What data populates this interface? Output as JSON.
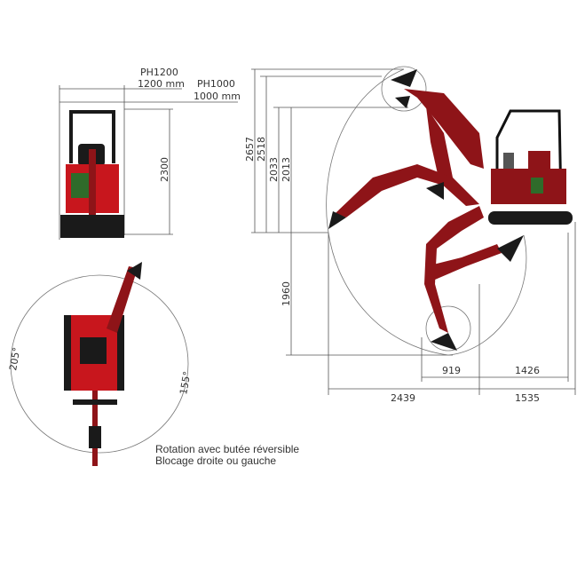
{
  "front_view": {
    "track_width_1": {
      "model": "PH1200",
      "value": "1200 mm"
    },
    "track_width_2": {
      "model": "PH1000",
      "value": "1000 mm"
    },
    "height": "2300"
  },
  "side_view": {
    "vertical_dims": [
      "2657",
      "2518",
      "2033",
      "2013"
    ],
    "dig_depth": "1960",
    "horizontal_dims": {
      "d919": "919",
      "d1426": "1426",
      "d2439": "2439",
      "d1535": "1535"
    }
  },
  "top_view": {
    "angle_left": "205°",
    "angle_right": "155°",
    "caption_line1": "Rotation avec butée réversible",
    "caption_line2": "Blocage droite ou gauche"
  },
  "colors": {
    "body": "#c8161d",
    "boom": "#8e1418",
    "bucket": "#1a1a1a"
  }
}
